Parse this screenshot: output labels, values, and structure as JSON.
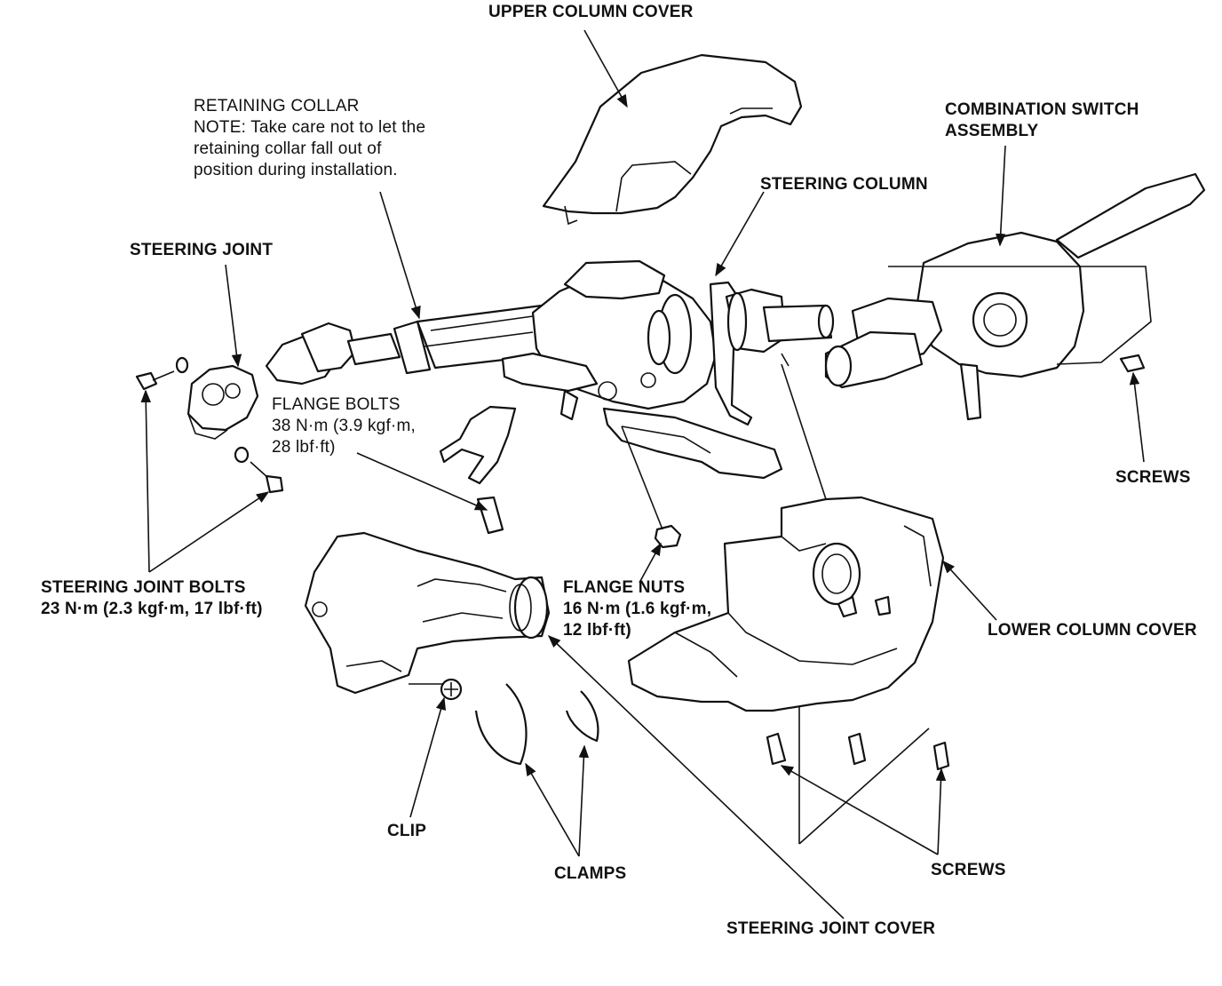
{
  "labels": {
    "upper_column_cover": "UPPER COLUMN COVER",
    "retaining_collar": {
      "title": "RETAINING COLLAR",
      "note_line1": "NOTE:  Take care not to let the",
      "note_line2": "retaining collar fall out of",
      "note_line3": "position during installation."
    },
    "combination_switch": {
      "line1": "COMBINATION SWITCH",
      "line2": "ASSEMBLY"
    },
    "steering_column": "STEERING COLUMN",
    "steering_joint": "STEERING JOINT",
    "flange_bolts": {
      "title": "FLANGE BOLTS",
      "torque_line1": "38 N·m (3.9 kgf·m,",
      "torque_line2": "28 lbf·ft)"
    },
    "screws_right": "SCREWS",
    "steering_joint_bolts": {
      "title": "STEERING JOINT BOLTS",
      "torque": "23 N·m (2.3 kgf·m, 17 lbf·ft)"
    },
    "flange_nuts": {
      "title": "FLANGE NUTS",
      "torque_line1": "16 N·m (1.6 kgf·m,",
      "torque_line2": "12 lbf·ft)"
    },
    "lower_column_cover": "LOWER COLUMN COVER",
    "clip": "CLIP",
    "clamps": "CLAMPS",
    "screws_bottom": "SCREWS",
    "steering_joint_cover": "STEERING JOINT COVER"
  }
}
